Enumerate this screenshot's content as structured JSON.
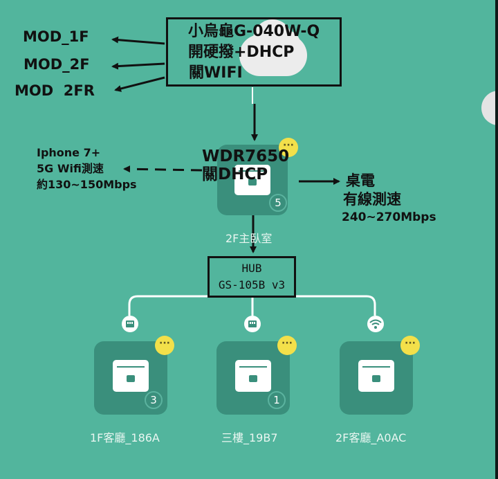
{
  "modem": {
    "line1": "小烏龜G-040W-Q",
    "line2": "開硬撥+DHCP",
    "line3": "關WIFI"
  },
  "mods": [
    "MOD_1F",
    "MOD_2F",
    "MOD  2FR"
  ],
  "main_router": {
    "name_line1": "WDR7650",
    "name_line2": "關DHCP",
    "count": "5",
    "label": "2F主臥室",
    "more_badge": "···"
  },
  "iphone_test": {
    "line1": "Iphone 7+",
    "line2": "5G Wifi測速",
    "line3": "約130~150Mbps"
  },
  "desktop_test": {
    "line1": "桌電",
    "line2": "有線測速",
    "line3": "240~270Mbps"
  },
  "hub": {
    "line1": "HUB",
    "line2": "GS-105B v3"
  },
  "nodes": [
    {
      "label": "1F客廳_186A",
      "count": "3",
      "connection": "ethernet-icon"
    },
    {
      "label": "三樓_19B7",
      "count": "1",
      "connection": "ethernet-icon"
    },
    {
      "label": "2F客廳_A0AC",
      "count": "",
      "connection": "wifi-icon"
    }
  ],
  "colors": {
    "background": "#52b59d",
    "tile": "#3a8f7c",
    "badge": "#f3e04a",
    "annotation": "#111111"
  }
}
